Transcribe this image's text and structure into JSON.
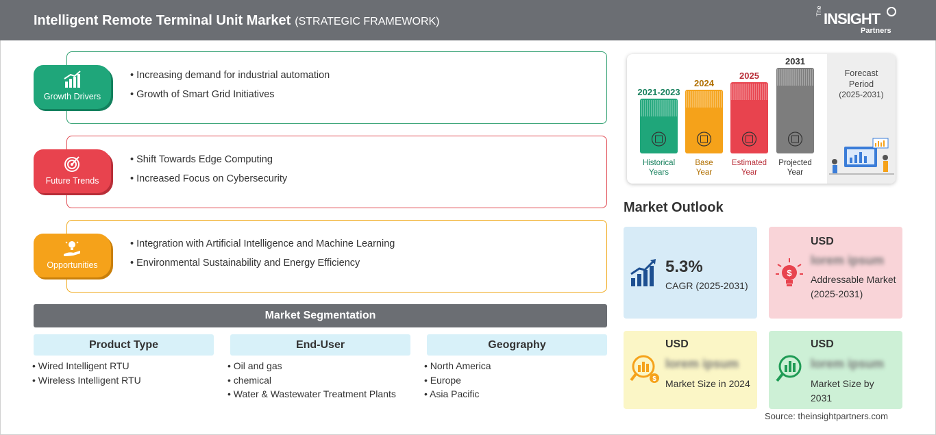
{
  "header": {
    "title": "Intelligent Remote Terminal Unit Market",
    "subtitle": "(STRATEGIC FRAMEWORK)",
    "logo_the": "The",
    "logo_main": "INSIGHT",
    "logo_sub": "Partners"
  },
  "drivers": {
    "label": "Growth Drivers",
    "items": [
      "Increasing demand for industrial automation",
      "Growth of Smart Grid Initiatives"
    ]
  },
  "trends": {
    "label": "Future Trends",
    "items": [
      "Shift Towards Edge Computing",
      "Increased Focus on Cybersecurity"
    ]
  },
  "opportunities": {
    "label": "Opportunities",
    "items": [
      "Integration with Artificial Intelligence and Machine Learning",
      "Environmental Sustainability and Energy Efficiency"
    ]
  },
  "segmentation": {
    "title": "Market Segmentation",
    "columns": [
      {
        "header": "Product Type",
        "items": [
          "Wired Intelligent RTU",
          "Wireless Intelligent RTU"
        ]
      },
      {
        "header": "End-User",
        "items": [
          "Oil and gas",
          "chemical",
          "Water & Wastewater Treatment Plants"
        ]
      },
      {
        "header": "Geography",
        "items": [
          "North America",
          "Europe",
          "Asia Pacific"
        ]
      }
    ]
  },
  "timeline": {
    "bars": [
      {
        "year": "2021-2023",
        "label_line1": "Historical",
        "label_line2": "Years",
        "color": "#1fa67a",
        "year_color": "#17805d",
        "label_color": "#17805d"
      },
      {
        "year": "2024",
        "label_line1": "Base",
        "label_line2": "Year",
        "color": "#f5a21a",
        "year_color": "#b06f00",
        "label_color": "#b06f00"
      },
      {
        "year": "2025",
        "label_line1": "Estimated",
        "label_line2": "Year",
        "color": "#e8434e",
        "year_color": "#b82e38",
        "label_color": "#b82e38"
      },
      {
        "year": "2031",
        "label_line1": "Projected",
        "label_line2": "Year",
        "color": "#7d7d7d",
        "year_color": "#333333",
        "label_color": "#333333"
      }
    ],
    "forecast_label_line1": "Forecast",
    "forecast_label_line2": "Period",
    "forecast_years": "(2025-2031)"
  },
  "outlook": {
    "title": "Market Outlook",
    "cagr_value": "5.3%",
    "cagr_label": "CAGR (2025-2031)",
    "addressable": {
      "usd": "USD",
      "value": "lorem ipsum",
      "desc": "Addressable Market (2025-2031)"
    },
    "size_2024": {
      "usd": "USD",
      "value": "lorem ipsum",
      "desc": "Market Size in 2024"
    },
    "size_2031": {
      "usd": "USD",
      "value": "lorem ipsum",
      "desc": "Market Size by 2031"
    },
    "colors": {
      "cagr_bg": "#d7ebf7",
      "addressable_bg": "#f9d4d8",
      "size2024_bg": "#fbf6c6",
      "size2031_bg": "#cdf0d6"
    }
  },
  "source": "Source: theinsightpartners.com"
}
